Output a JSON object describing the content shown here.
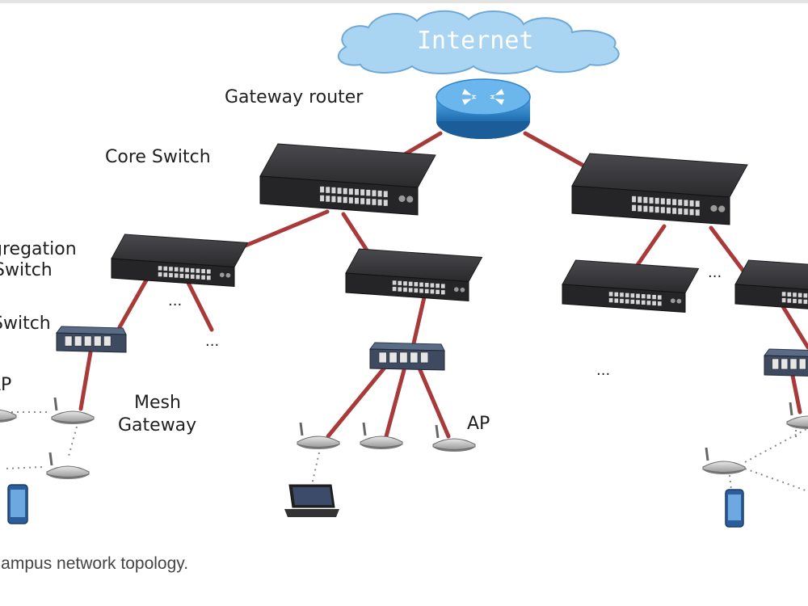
{
  "labels": {
    "internet": "Internet",
    "gateway_router": "Gateway router",
    "core_switch": "Core Switch",
    "aggregation_line1": "Aggregation",
    "aggregation_line2": "Switch",
    "access_switch": "Switch",
    "ap_left": "AP",
    "mesh_line1": "Mesh",
    "mesh_line2": "Gateway",
    "ap_mid": "AP",
    "ellipsis": "..."
  },
  "caption": "Campus network topology.",
  "colors": {
    "link": "#a83a3a",
    "wireless": "#8a8a8a",
    "cloud": "#a9d4f2",
    "router": "#2f82c7",
    "switch_body": "#2e2e30"
  }
}
